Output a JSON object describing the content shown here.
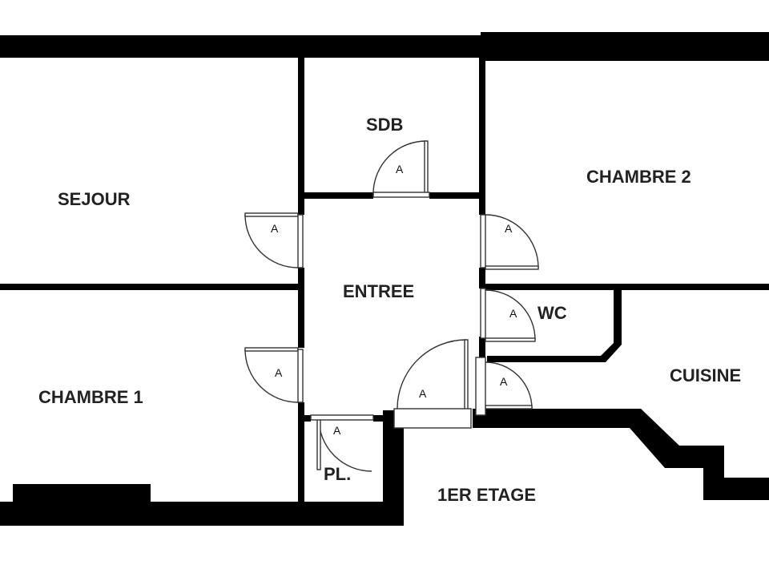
{
  "colors": {
    "wall": "#000000",
    "background": "#ffffff",
    "text": "#222222"
  },
  "rooms": {
    "sejour": "SEJOUR",
    "sdb": "SDB",
    "chambre2": "CHAMBRE 2",
    "entree": "ENTREE",
    "wc": "WC",
    "cuisine": "CUISINE",
    "chambre1": "CHAMBRE 1",
    "placard": "PL.",
    "etage": "1ER ETAGE"
  },
  "door_marker": "A"
}
